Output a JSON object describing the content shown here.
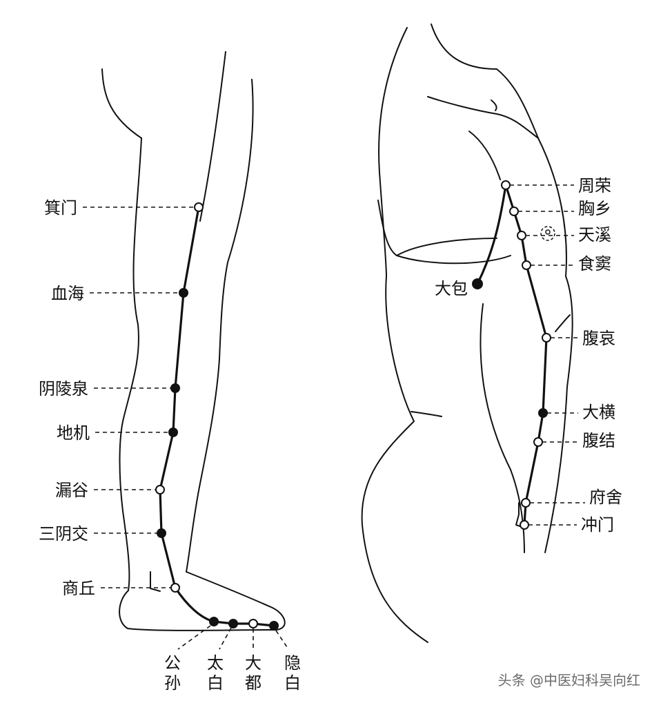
{
  "leg_points": [
    {
      "name": "箕门",
      "type": "open"
    },
    {
      "name": "血海",
      "type": "filled"
    },
    {
      "name": "阴陵泉",
      "type": "filled"
    },
    {
      "name": "地机",
      "type": "filled"
    },
    {
      "name": "漏谷",
      "type": "open"
    },
    {
      "name": "三阴交",
      "type": "filled"
    },
    {
      "name": "商丘",
      "type": "open"
    }
  ],
  "foot_points": [
    {
      "line1": "公",
      "line2": "孙",
      "type": "filled"
    },
    {
      "line1": "太",
      "line2": "白",
      "type": "filled"
    },
    {
      "line1": "大",
      "line2": "都",
      "type": "open"
    },
    {
      "line1": "隐",
      "line2": "白",
      "type": "filled"
    }
  ],
  "torso_points": [
    {
      "name": "周荣",
      "type": "open"
    },
    {
      "name": "胸乡",
      "type": "open"
    },
    {
      "name": "天溪",
      "type": "open"
    },
    {
      "name": "食窦",
      "type": "open"
    },
    {
      "name": "腹哀",
      "type": "open"
    },
    {
      "name": "大横",
      "type": "filled"
    },
    {
      "name": "腹结",
      "type": "open"
    },
    {
      "name": "府舍",
      "type": "open"
    },
    {
      "name": "冲门",
      "type": "open"
    }
  ],
  "dabao": {
    "name": "大包",
    "type": "filled"
  },
  "watermark": "头条 @中医妇科吴向红"
}
